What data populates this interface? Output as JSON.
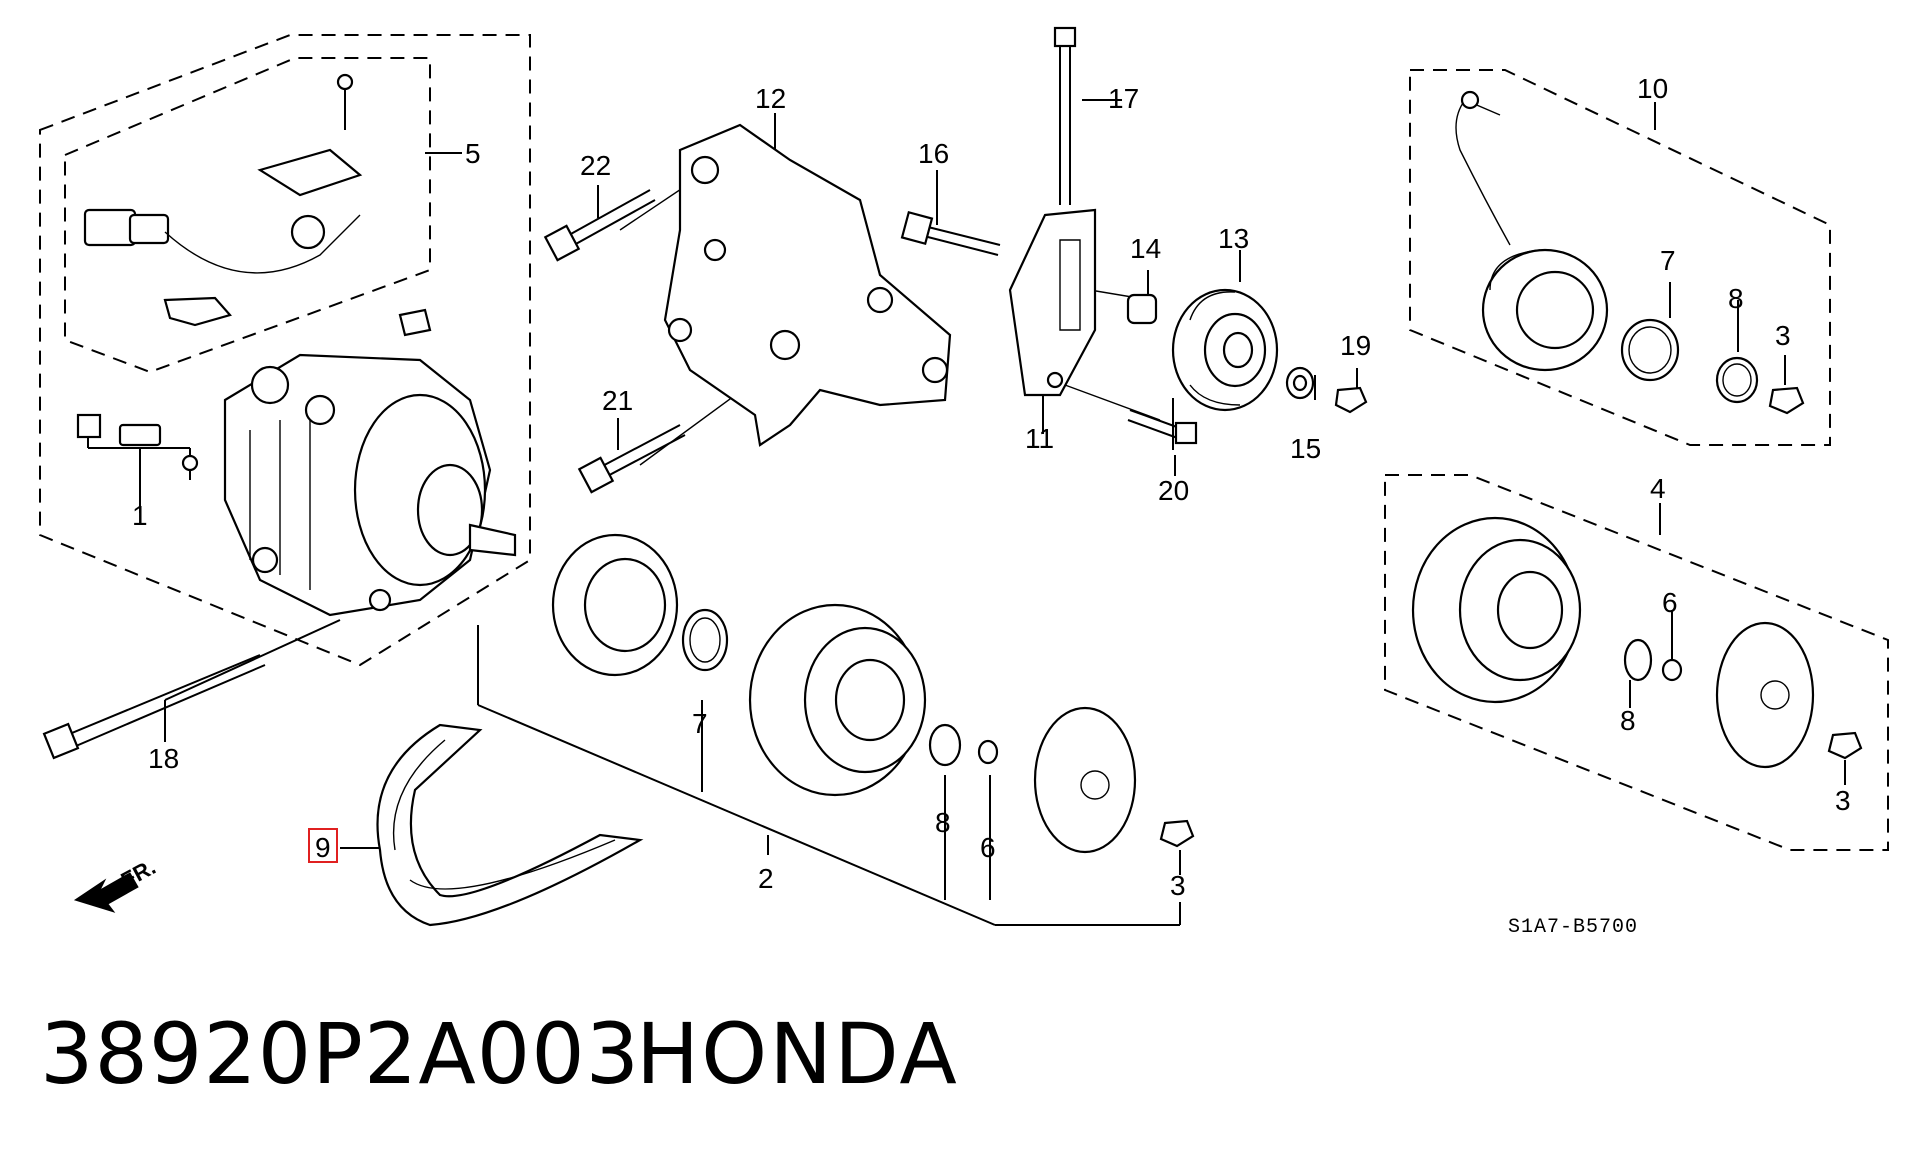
{
  "diagram_code": "S1A7-B5700",
  "direction_label": "FR.",
  "part_number": "38920P2A003",
  "brand": "HONDA",
  "highlighted_callout": "9",
  "highlight_color": "#e02020",
  "callouts": {
    "c1": "1",
    "c2": "2",
    "c3a": "3",
    "c3b": "3",
    "c3c": "3",
    "c4": "4",
    "c5": "5",
    "c6a": "6",
    "c6b": "6",
    "c7a": "7",
    "c7b": "7",
    "c8a": "8",
    "c8b": "8",
    "c8c": "8",
    "c9": "9",
    "c10": "10",
    "c11": "11",
    "c12": "12",
    "c13": "13",
    "c14": "14",
    "c15": "15",
    "c16": "16",
    "c17": "17",
    "c18": "18",
    "c19": "19",
    "c20": "20",
    "c21": "21",
    "c22": "22"
  }
}
